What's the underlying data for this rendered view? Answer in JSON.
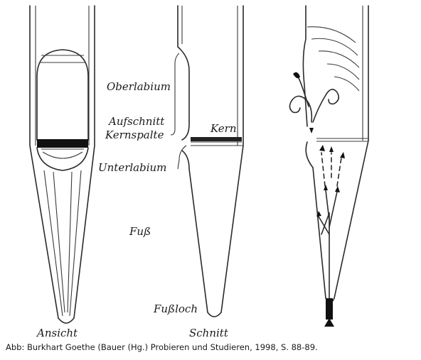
{
  "labels": {
    "ansicht": "Ansicht",
    "schnitt": "Schnitt",
    "oberlabium": "Oberlabium",
    "aufschnitt": "Aufschnitt",
    "kernspalte": "Kernspalte",
    "kern": "Kern",
    "unterlabium": "Unterlabium",
    "fuss": "Fuß",
    "fussloch": "Fußloch"
  },
  "caption": "Abb: Burkhart Goethe (Bauer (Hg.) Probieren und Studieren, 1998, S. 88-89."
}
